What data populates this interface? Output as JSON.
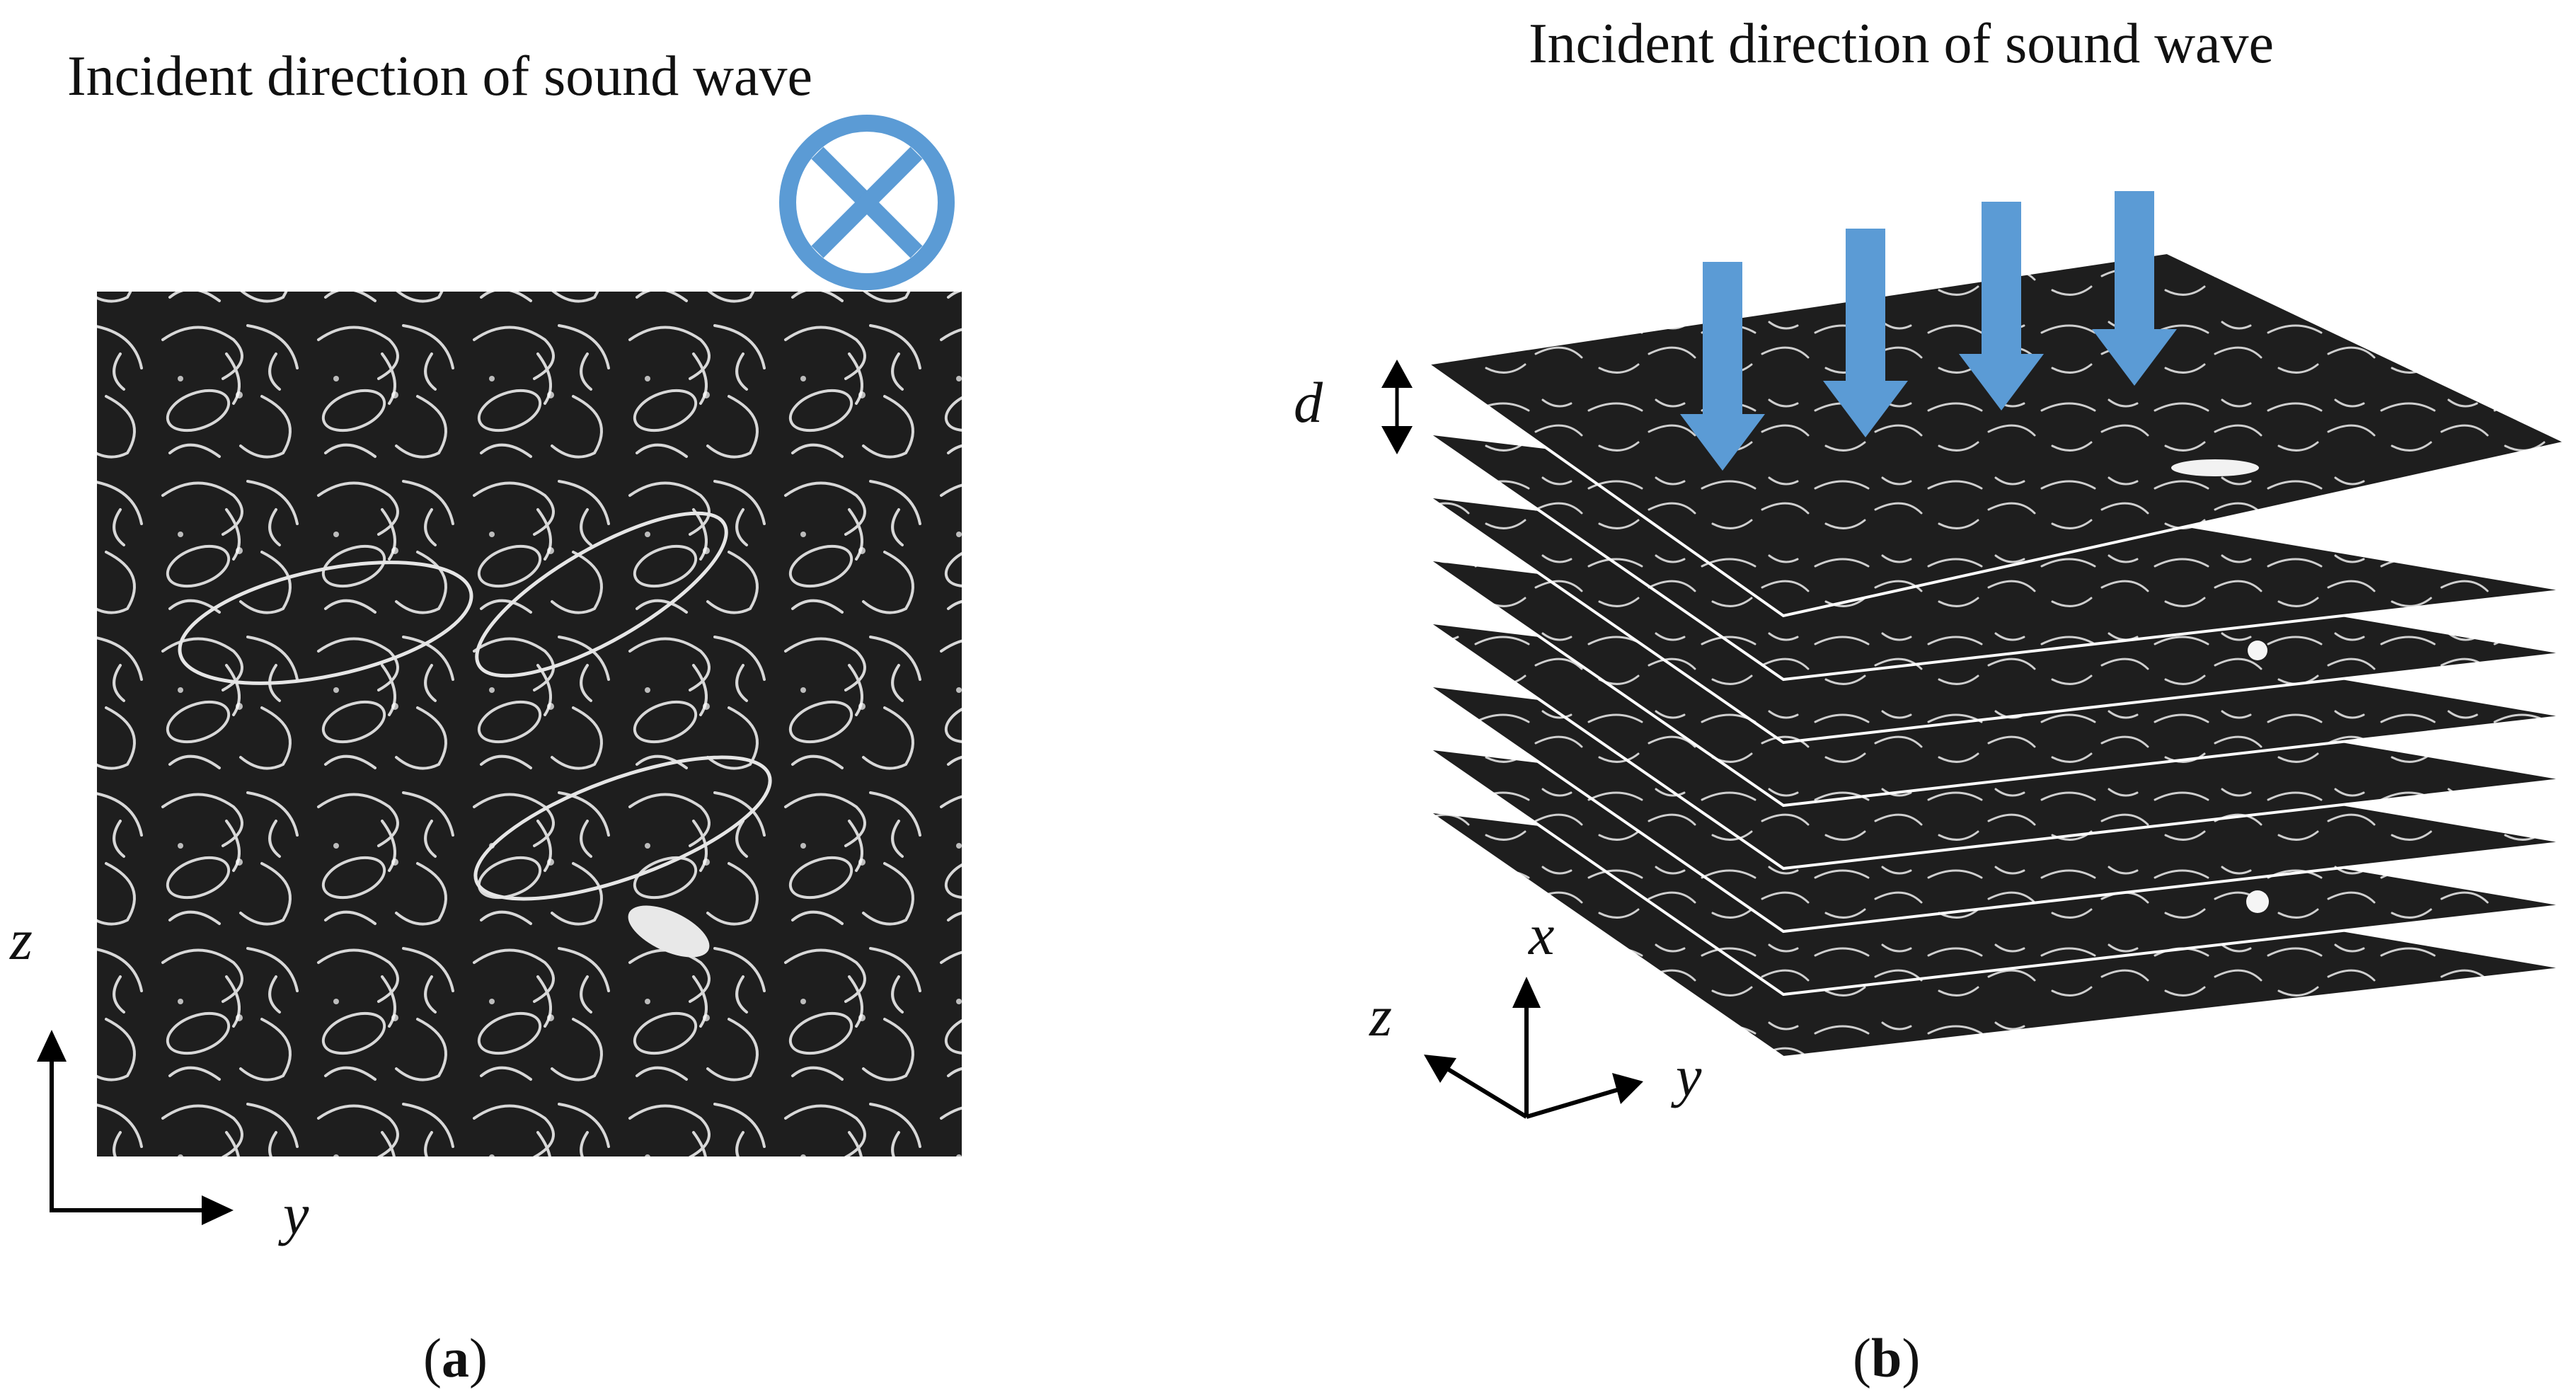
{
  "panel_a": {
    "title": "Incident direction of sound wave",
    "axis_vertical": "z",
    "axis_horizontal": "y",
    "caption_letter": "a",
    "incident_icon": "circle-cross-icon",
    "color_accent": "#5b9bd5"
  },
  "panel_b": {
    "title": "Incident direction of sound wave",
    "spacing_label": "d",
    "axis_x": "x",
    "axis_y": "y",
    "axis_z": "z",
    "caption_letter": "b",
    "slice_count": 8,
    "arrow_count": 4,
    "color_accent": "#5b9bd5"
  }
}
